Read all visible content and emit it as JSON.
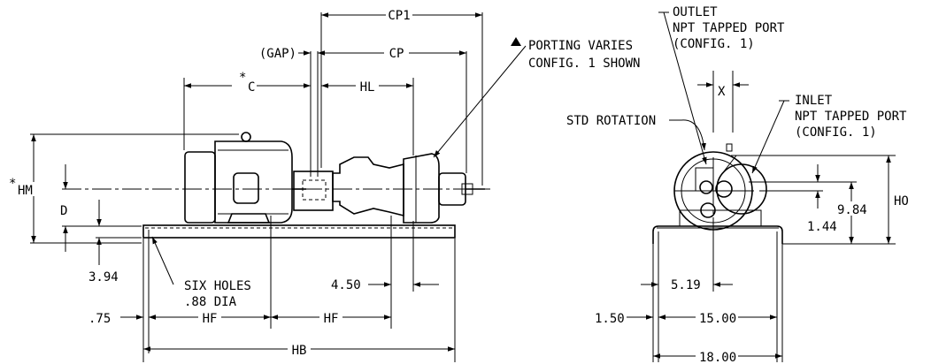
{
  "side_view": {
    "labels": {
      "cp1": "CP1",
      "gap": "(GAP)",
      "cp": "CP",
      "porting_line1": "PORTING VARIES",
      "porting_line2": "CONFIG. 1 SHOWN",
      "c": "C",
      "c_star": "*",
      "hl": "HL",
      "hm": "HM",
      "hm_star": "*",
      "d": "D",
      "hf_left": "HF",
      "hf_right": "HF",
      "hb": "HB",
      "holes_line1": "SIX HOLES",
      "holes_line2": ".88 DIA"
    },
    "dimensions": {
      "base_height": "3.94",
      "shaft_offset": "4.50",
      "end_offset": ".75"
    }
  },
  "end_view": {
    "labels": {
      "outlet_line1": "OUTLET",
      "outlet_line2": "NPT TAPPED PORT",
      "outlet_line3": "(CONFIG. 1)",
      "inlet_line1": "INLET",
      "inlet_line2": "NPT TAPPED PORT",
      "inlet_line3": "(CONFIG. 1)",
      "std_rotation": "STD ROTATION",
      "x": "X",
      "ho": "HO"
    },
    "dimensions": {
      "inlet_height": "9.84",
      "outlet_offset": "1.44",
      "center_offset": "5.19",
      "base_edge": "1.50",
      "bolt_span": "15.00",
      "base_width": "18.00"
    }
  }
}
